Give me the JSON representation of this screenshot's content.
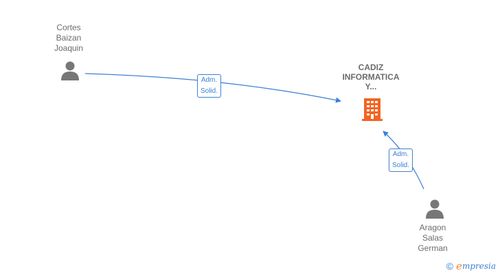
{
  "nodes": {
    "person1": {
      "lines": [
        "Cortes",
        "Baizan",
        "Joaquin"
      ],
      "icon": "person-icon"
    },
    "person2": {
      "lines": [
        "Aragon",
        "Salas",
        "German"
      ],
      "icon": "person-icon"
    },
    "company": {
      "lines": [
        "CADIZ",
        "INFORMATICA",
        "Y..."
      ],
      "icon": "building-icon"
    }
  },
  "edges": [
    {
      "from": "person1",
      "to": "company",
      "label": [
        "Adm.",
        "Solid."
      ]
    },
    {
      "from": "person2",
      "to": "company",
      "label": [
        "Adm.",
        "Solid."
      ]
    }
  ],
  "footer": {
    "copyright_symbol": "©",
    "brand_initial": "e",
    "brand_rest": "mpresia"
  },
  "colors": {
    "edge": "#3b7fd4",
    "node_text": "#6b6b6b",
    "person_icon": "#777777",
    "company_icon": "#f26522",
    "brand_accent": "#f08a24"
  }
}
